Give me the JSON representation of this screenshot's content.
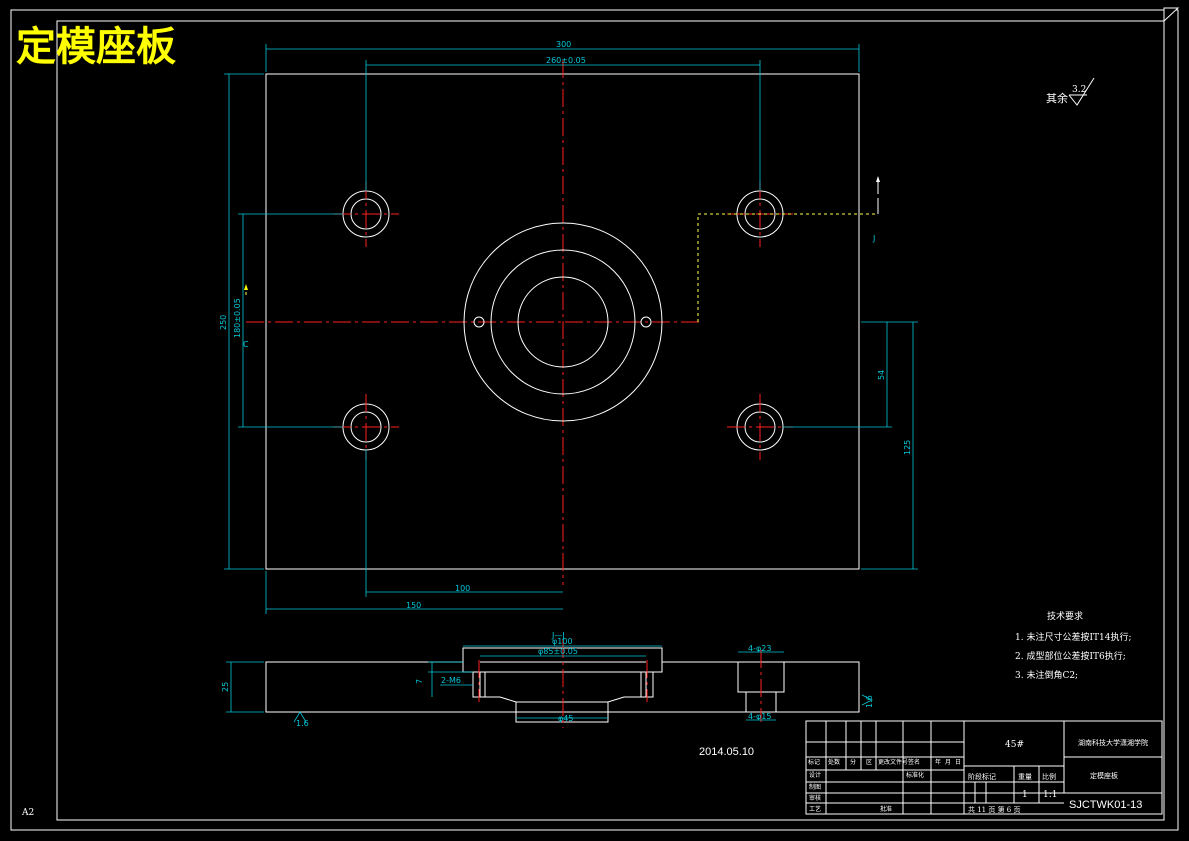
{
  "title": "定模座板",
  "sheet_size": "A2",
  "date": "2014.05.10",
  "section_label": "J—J",
  "view_markers": {
    "j": "J",
    "c": "C"
  },
  "roughness": {
    "prefix": "其余",
    "value": "3.2"
  },
  "dims": {
    "width_300": "300",
    "hole_spacing": "260±0.05",
    "hole_x": "100",
    "half_width": "150",
    "height_250": "250",
    "hole_spacing_v": "180±0.05",
    "offset_54": "54",
    "half_height": "125",
    "thickness": "25",
    "recess_dia": "φ100",
    "locate_dia": "φ85±0.05",
    "bore_dia": "φ45",
    "cb_dia": "4-φ23",
    "hole_dia": "4-φ15",
    "thread": "2-M6",
    "depth_7": "7",
    "ra_16": "1.6"
  },
  "notes": {
    "heading": "技术要求",
    "items": [
      "1. 未注尺寸公差按IT14执行;",
      "2. 成型部位公差按IT6执行;",
      "3. 未注倒角C2;"
    ]
  },
  "title_block": {
    "material": "45#",
    "school": "湖南科技大学潇湘学院",
    "part_name": "定模座板",
    "drawing_no": "SJCTWK01-13",
    "rev_headers": [
      "标记",
      "处数",
      "分",
      "区",
      "更改文件号",
      "签名",
      "年",
      "月",
      "日"
    ],
    "roles": [
      "设计",
      "制图",
      "审核",
      "工艺"
    ],
    "approve": "批准",
    "std": "标准化",
    "stage_headers": [
      "阶段标记",
      "重量",
      "比例"
    ],
    "qty": "1",
    "scale": "1:1",
    "sheets": "共 11 页  第 6 页"
  }
}
